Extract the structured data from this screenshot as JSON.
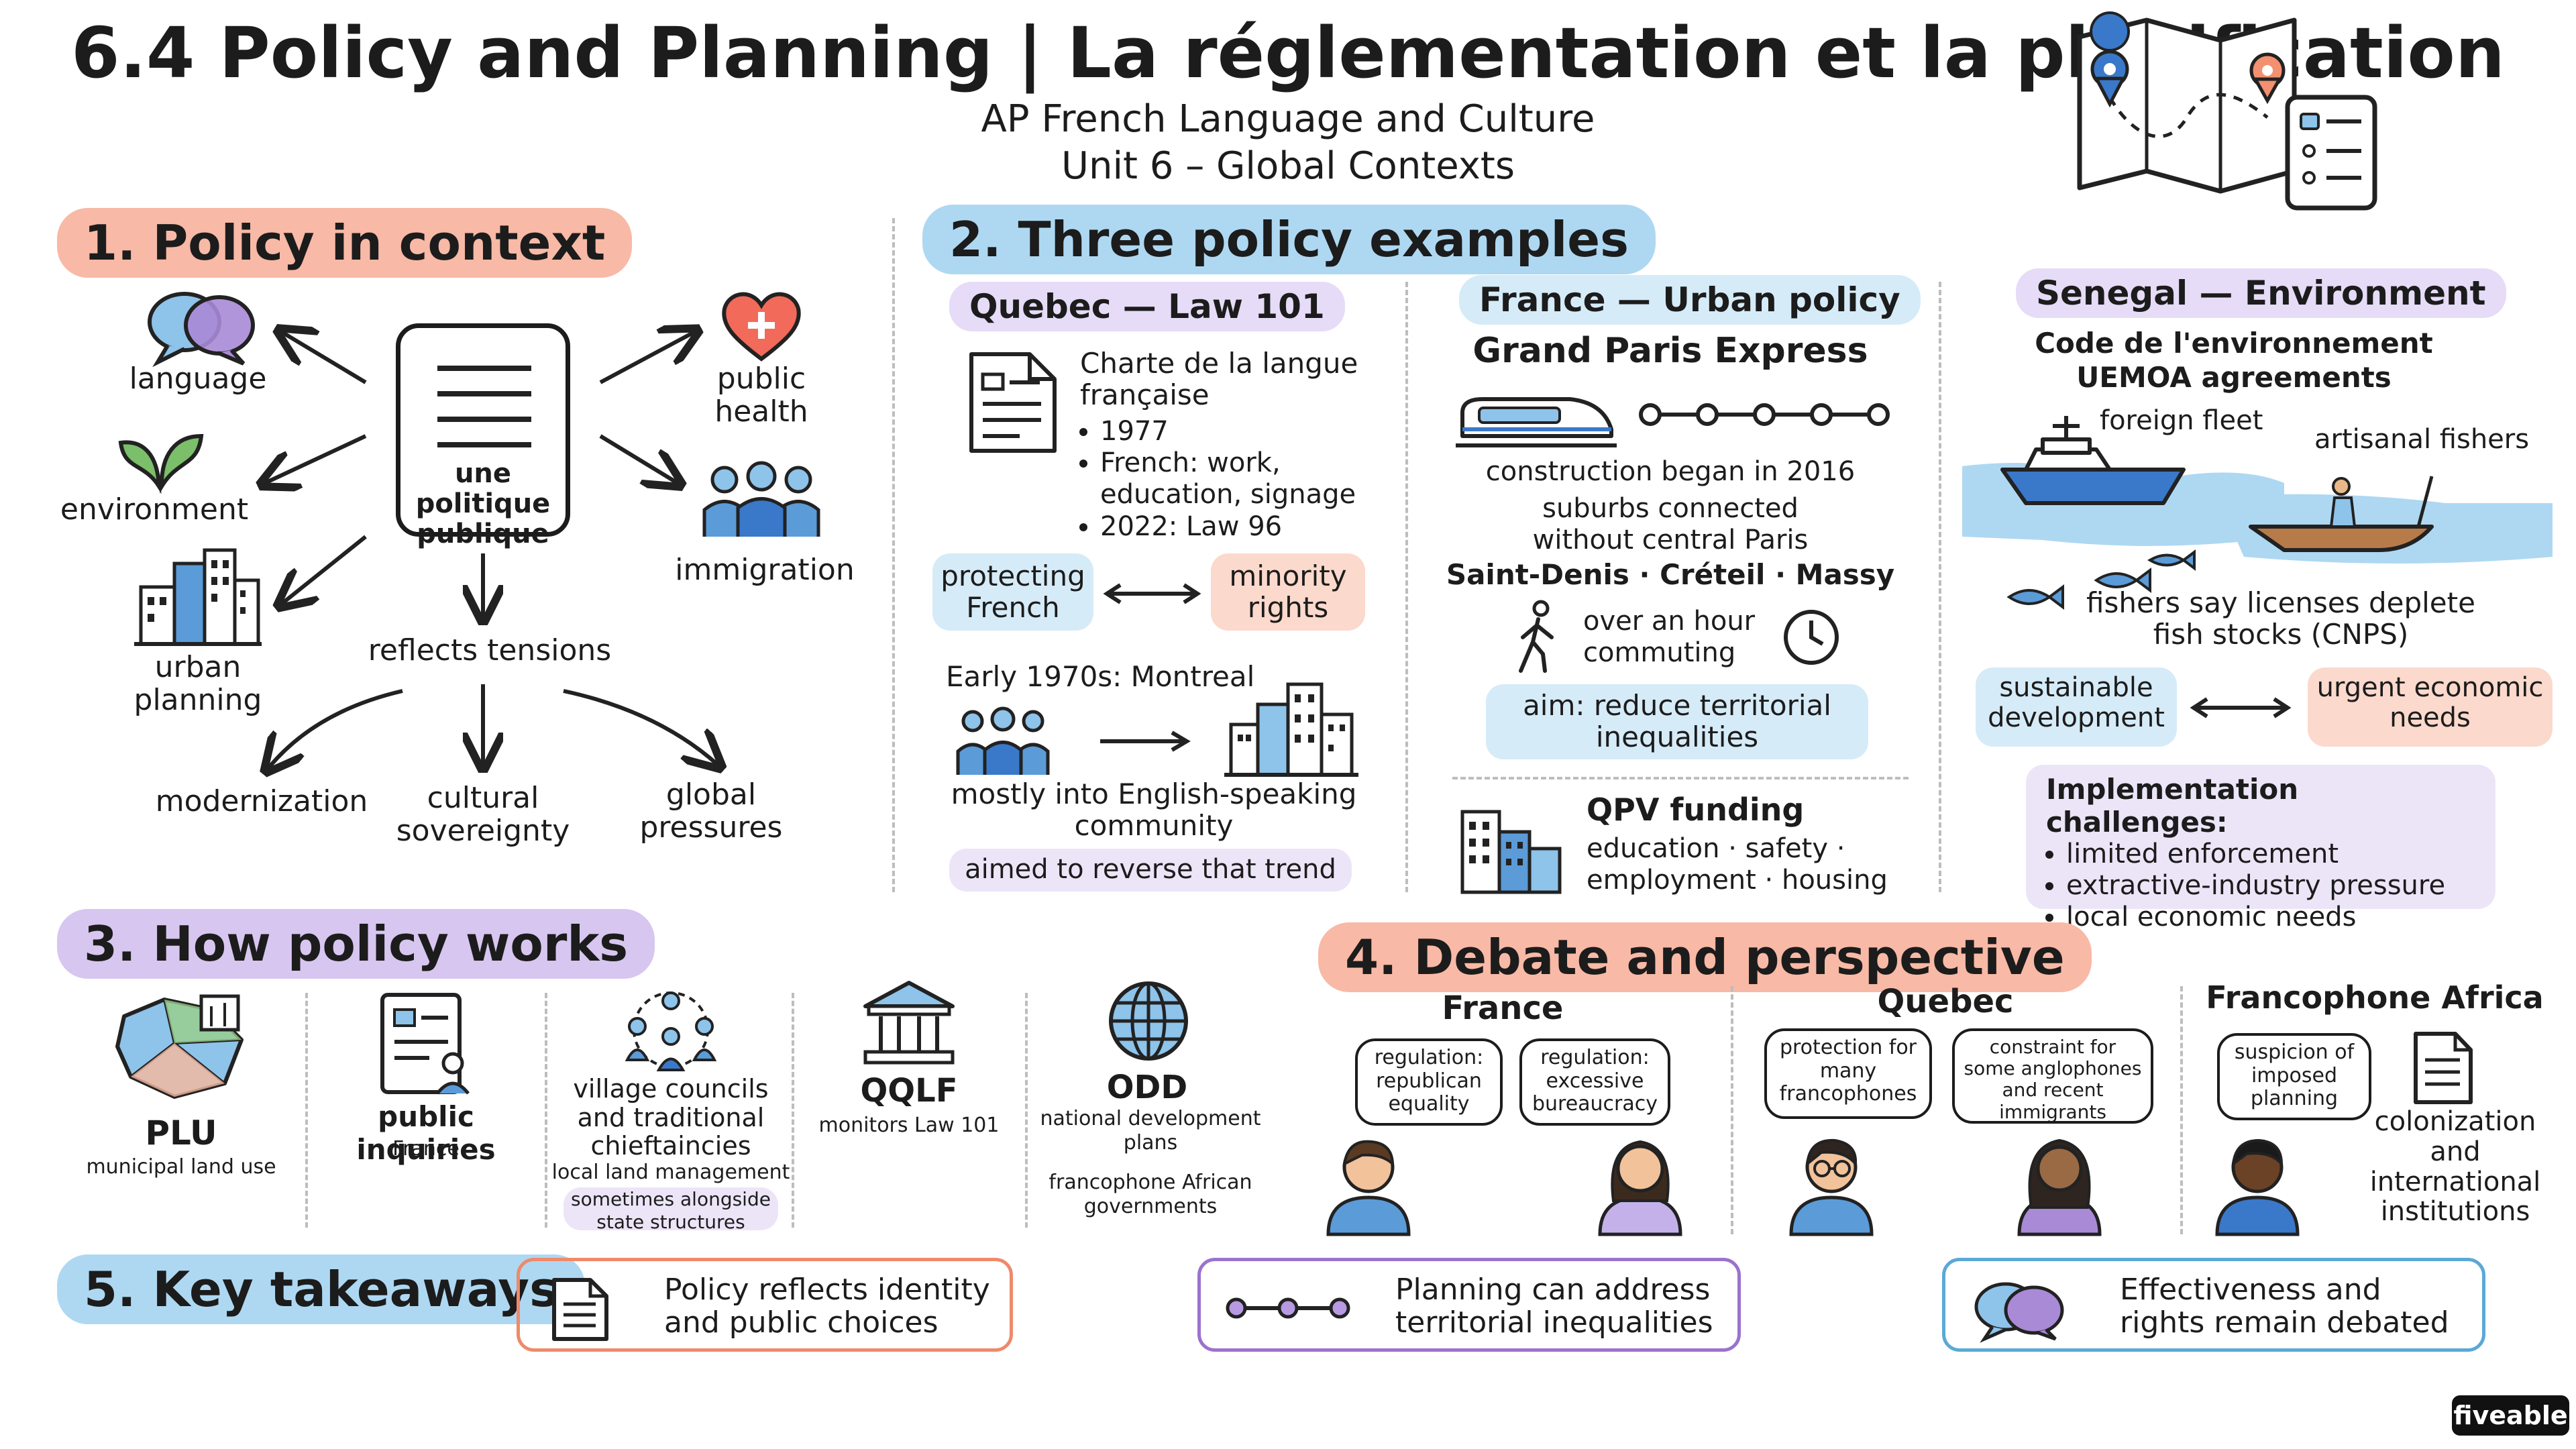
{
  "header": {
    "title": "6.4 Policy and Planning | La réglementation et la planification",
    "subtitle1": "AP French Language and Culture",
    "subtitle2": "Unit 6 – Global Contexts",
    "icon": "map-checklist-icon"
  },
  "s1": {
    "heading": "1. Policy in context",
    "center": "une politique publique",
    "language": "language",
    "environment": "environment",
    "urban": "urban planning",
    "health": "public health",
    "immigration": "immigration",
    "tensions": "reflects tensions",
    "modernization": "modernization",
    "cultural": "cultural sovereignty",
    "global": "global pressures"
  },
  "s2": {
    "heading": "2. Three policy examples",
    "quebec": {
      "title": "Quebec — Law 101",
      "charte": "Charte de la langue française",
      "bullets": [
        "1977",
        "French: work, education, signage",
        "2022: Law 96"
      ],
      "protect": "protecting French",
      "minority": "minority rights",
      "montreal": "Early 1970s: Montreal",
      "mostly": "mostly into English-speaking community",
      "aimed": "aimed to reverse that trend"
    },
    "france": {
      "title": "France — Urban policy",
      "gpe": "Grand Paris Express",
      "construction": "construction began in 2016",
      "suburbs": "suburbs connected without central Paris",
      "cities": "Saint-Denis · Créteil · Massy",
      "commute": "over an hour commuting",
      "aim": "aim: reduce territorial inequalities",
      "qpv": "QPV funding",
      "qpv_items": "education · safety · employment · housing"
    },
    "senegal": {
      "title": "Senegal — Environment",
      "code": "Code de l'environnement",
      "uemoa": "UEMOA agreements",
      "fleet": "foreign fleet",
      "artisanal": "artisanal fishers",
      "fishers": "fishers say licenses deplete fish stocks (CNPS)",
      "sustainable": "sustainable development",
      "urgent": "urgent economic needs",
      "impl": "Implementation challenges:",
      "impl_items": [
        "limited enforcement",
        "extractive-industry pressure",
        "local economic needs"
      ]
    }
  },
  "s3": {
    "heading": "3. How policy works",
    "plu": "PLU",
    "plu_sub": "municipal land use",
    "inquiries": "public inquiries",
    "inquiries_sub": "France",
    "village": "village councils and traditional chieftaincies",
    "village_sub": "local land management",
    "village_note": "sometimes alongside state structures",
    "qqlf": "QQLF",
    "qqlf_sub": "monitors Law 101",
    "odd": "ODD",
    "odd_sub": "national development plans",
    "odd_sub2": "francophone African governments"
  },
  "s4": {
    "heading": "4. Debate and perspective",
    "france": "France",
    "quebec": "Quebec",
    "africa": "Francophone Africa",
    "b1": "regulation: republican equality",
    "b2": "regulation: excessive bureaucracy",
    "b3": "protection for many francophones",
    "b4": "constraint for some anglophones and recent immigrants",
    "b5": "suspicion of imposed planning",
    "colonization": "colonization and international institutions"
  },
  "s5": {
    "heading": "5. Key takeaways",
    "t1": "Policy reflects identity and public choices",
    "t2": "Planning can address territorial inequalities",
    "t3": "Effectiveness and rights remain debated"
  },
  "brand": "fiveable",
  "colors": {
    "salmon": "#f8b9a6",
    "blue": "#aed8f2",
    "lavender": "#d7c6f0",
    "orange_border": "#ee8a6a",
    "purple_border": "#9b72cf",
    "blue_border": "#5aa9d6"
  }
}
